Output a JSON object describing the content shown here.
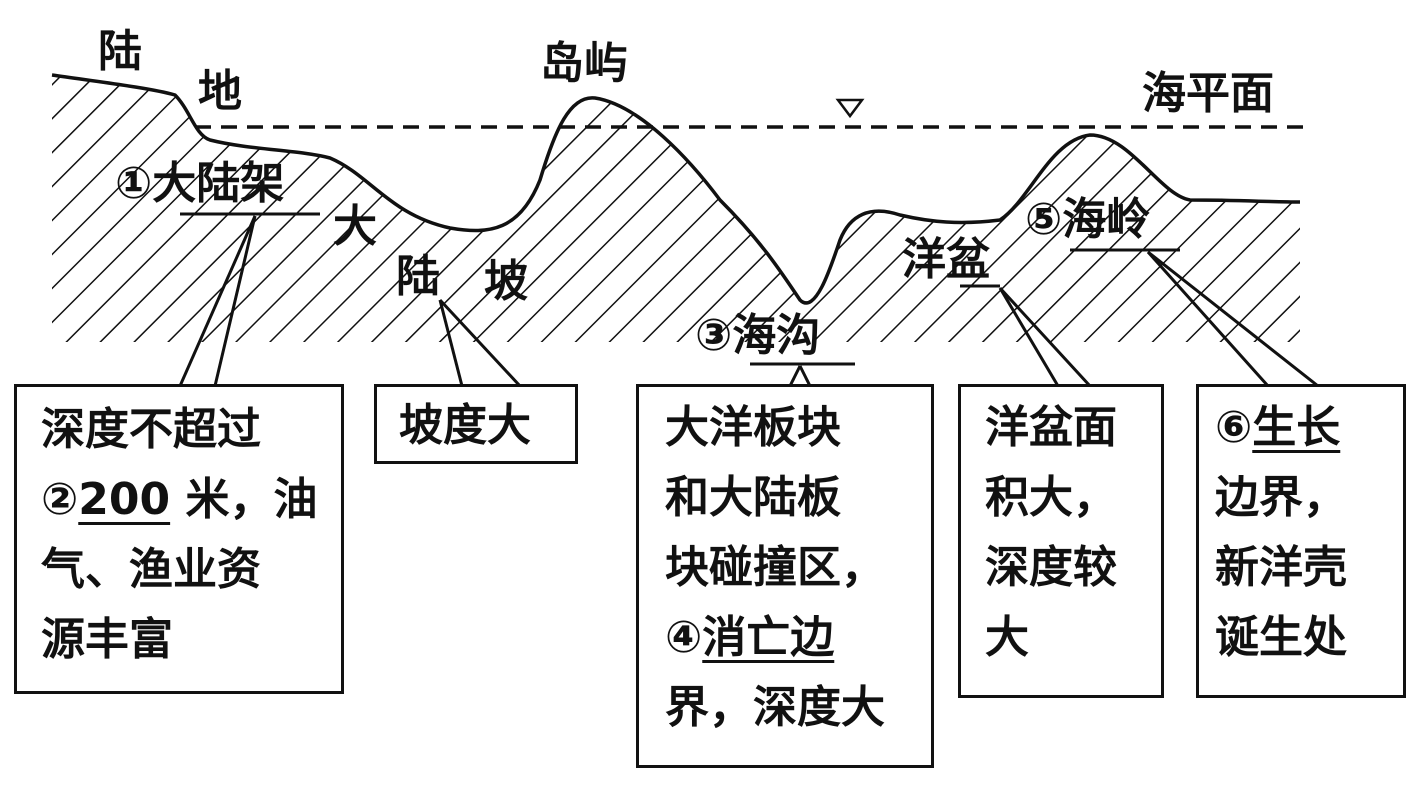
{
  "labels": {
    "land_1": "陆",
    "land_2": "地",
    "island": "岛屿",
    "sea_level": "海平面",
    "shelf_num": "①",
    "shelf": "大陆架",
    "slope_1": "大",
    "slope_2": "陆",
    "slope_3": "坡",
    "trench_num": "③",
    "trench": "海沟",
    "basin": "洋盆",
    "ridge_num": "⑤",
    "ridge": "海岭"
  },
  "boxes": {
    "shelf": {
      "line1": "深度不超过",
      "line2_num": "②",
      "line2_value": "200",
      "line2_rest": " 米，油",
      "line3": "气、渔业资",
      "line4": "源丰富"
    },
    "slope": {
      "line1": "坡度大"
    },
    "trench": {
      "line1": "大洋板块",
      "line2": "和大陆板",
      "line3": "块碰撞区，",
      "line4_num": "④",
      "line4_u": "消亡边",
      "line5": "界，深度大"
    },
    "basin": {
      "line1": "洋盆面",
      "line2": "积大，",
      "line3": "深度较",
      "line4": "大"
    },
    "ridge": {
      "line1_num": "⑥",
      "line1_u": "生长",
      "line2": "边界，",
      "line3": "新洋壳",
      "line4": "诞生处"
    }
  }
}
